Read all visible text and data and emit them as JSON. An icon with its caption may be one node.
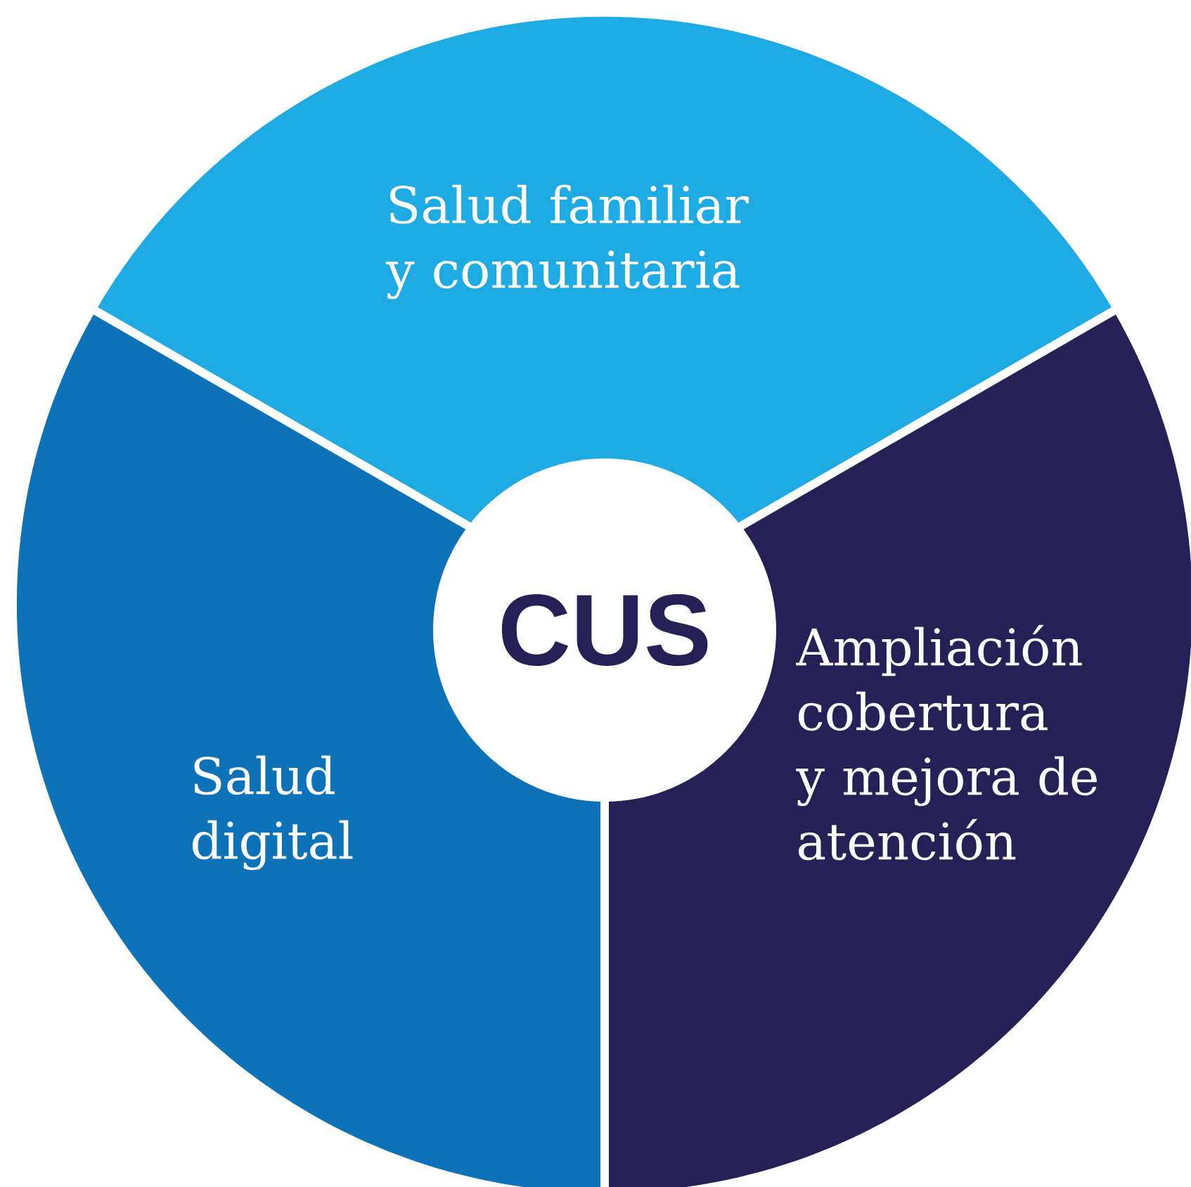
{
  "diagram": {
    "nodes": [
      {
        "text": [
          "Salud familiar y comunitaria"
        ]
      },
      {
        "text": [
          "Ampliación cobertura y mejora de atención"
        ]
      },
      {
        "text": [
          "Salud digital"
        ]
      },
      {
        "text": [
          "CUS"
        ]
      }
    ]
  }
}
